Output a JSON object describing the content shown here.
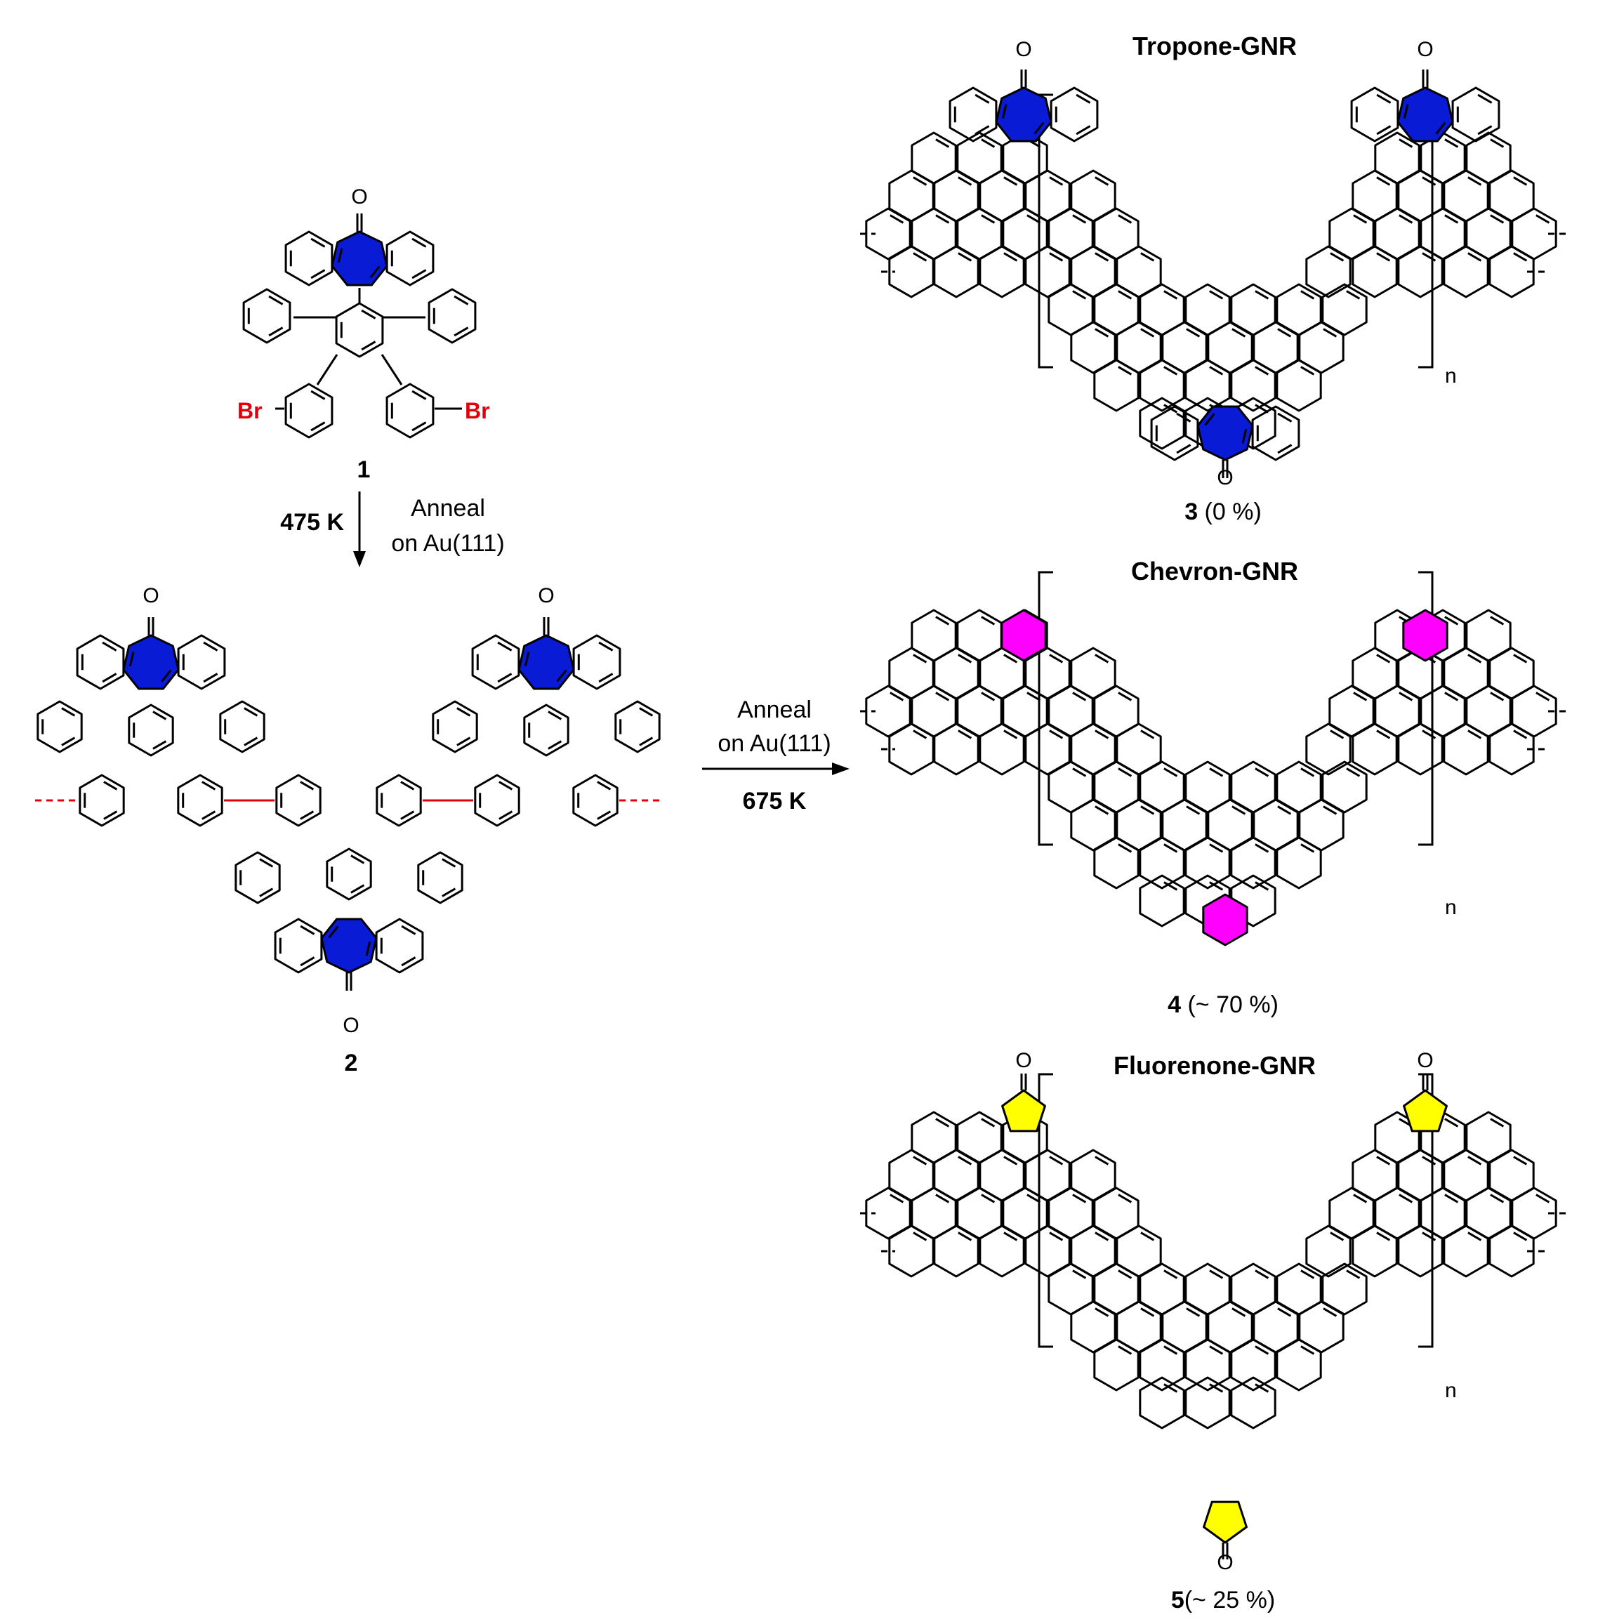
{
  "colors": {
    "tropone_ring": "#0a1bd6",
    "benzene_ring_chevron": "#ff00ff",
    "cyclopentadienone_ring": "#ffff00",
    "bromine": "#e0000a",
    "new_bond": "#e0000a"
  },
  "compound1": {
    "number": "1",
    "oxygen": "O",
    "br_left": "Br",
    "br_right": "Br"
  },
  "step1": {
    "temperature": "475 K",
    "line1": "Anneal",
    "line2": "on Au(111)"
  },
  "compound2": {
    "number": "2",
    "oxygen_top_left": "O",
    "oxygen_top_right": "O",
    "oxygen_bottom": "O"
  },
  "step2": {
    "line1": "Anneal",
    "line2": "on Au(111)",
    "temperature": "675 K"
  },
  "product3": {
    "name": "Tropone-GNR",
    "number": "3",
    "yield": " (0 %)",
    "repeat": "n",
    "oxygen_left": "O",
    "oxygen_right": "O",
    "oxygen_bottom": "O"
  },
  "product4": {
    "name": "Chevron-GNR",
    "number": "4",
    "yield": " (~ 70 %)",
    "repeat": "n"
  },
  "product5": {
    "name": "Fluorenone-GNR",
    "number": "5",
    "yield": "(~ 25 %)",
    "repeat": "n",
    "oxygen_left": "O",
    "oxygen_right": "O",
    "oxygen_bottom": "O"
  }
}
